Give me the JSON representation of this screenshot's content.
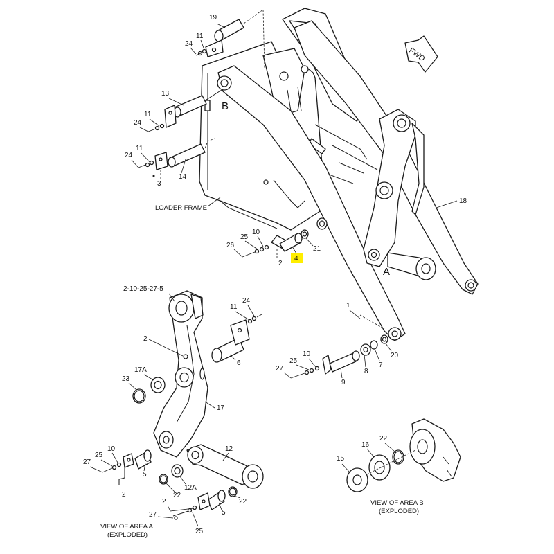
{
  "diagram": {
    "area_labels": {
      "a": "A",
      "b": "B"
    },
    "forward_arrow": "FWD",
    "loader_frame_label": "LOADER FRAME",
    "highlighted_callout": "4",
    "highlight_color": "#ffee00",
    "callouts": {
      "c19": "19",
      "c11a": "11",
      "c24a": "24",
      "c13": "13",
      "c11b": "11",
      "c24b": "24",
      "c11c": "11",
      "c24c": "24",
      "c3": "3",
      "c14": "14",
      "c18": "18",
      "c25a": "25",
      "c10a": "10",
      "c26": "26",
      "c2a": "2",
      "c21": "21",
      "c1": "1",
      "c2_10_25_27_5": "2-10-25-27-5",
      "c11d": "11",
      "c24d": "24",
      "c6": "6",
      "c2b": "2",
      "c17a": "17A",
      "c23": "23",
      "c17": "17",
      "c27a": "27",
      "c25b": "25",
      "c10b": "10",
      "c9": "9",
      "c8": "8",
      "c7": "7",
      "c20": "20",
      "c12": "12",
      "c10c": "10",
      "c25c": "25",
      "c27b": "27",
      "c5a": "5",
      "c2c": "2",
      "c12a": "12A",
      "c22a": "22",
      "c2d": "2",
      "c5b": "5",
      "c27c": "27",
      "c25d": "25",
      "c16": "16",
      "c22b": "22",
      "c15": "15"
    },
    "view_a": {
      "line1": "VIEW OF AREA  A",
      "line2": "(EXPLODED)"
    },
    "view_b": {
      "line1": "VIEW OF AREA  B",
      "line2": "(EXPLODED)"
    }
  }
}
